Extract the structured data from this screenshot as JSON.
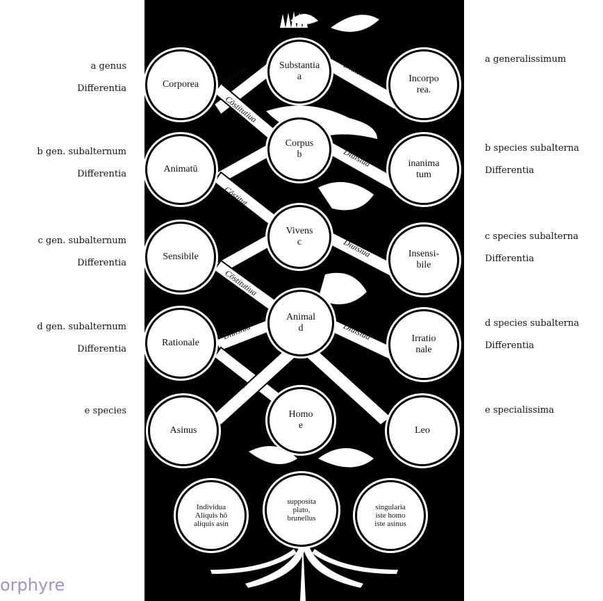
{
  "left_labels": [
    [
      "a genus",
      "Differentia"
    ],
    [
      "b gen. subalternum",
      "Differentia"
    ],
    [
      "c gen. subalternum",
      "Differentia"
    ],
    [
      "d gen. subalternum",
      "Differentia"
    ],
    [
      "e species"
    ]
  ],
  "right_labels": [
    [
      "a generalissimum"
    ],
    [
      "b species subalterna",
      "Differentia"
    ],
    [
      "c species subalterna",
      "Differentia"
    ],
    [
      "d species subalterna",
      "Differentia"
    ],
    [
      "e specialissima"
    ]
  ],
  "nodes": {
    "substantia": [
      "Substantia",
      "a"
    ],
    "corporea": [
      "Corporea"
    ],
    "incorporea": [
      "Incorpo",
      "rea."
    ],
    "corpus": [
      "Corpus",
      "b"
    ],
    "animatu": [
      "Animatū"
    ],
    "inanimatum": [
      "inanima",
      "tum"
    ],
    "vivens": [
      "Vivens",
      "c"
    ],
    "sensibile": [
      "Sensibile"
    ],
    "insensibile": [
      "Insensi-",
      "bile"
    ],
    "animal": [
      "Animal",
      "d"
    ],
    "rationale": [
      "Rationale"
    ],
    "irrationale": [
      "Irratio",
      "nale"
    ],
    "asinus": [
      "Asinus"
    ],
    "homo": [
      "Homo",
      "e"
    ],
    "leo": [
      "Leo"
    ],
    "individua": [
      "Individua",
      "Aliquis hō",
      "aliquis asin"
    ],
    "supposita": [
      "supposita",
      "plato,",
      "brunellus"
    ],
    "singularia": [
      "singularia",
      "iste homo",
      "iste asinus"
    ]
  },
  "bands": {
    "l1": "Diuisiua",
    "r1": "Diuisiua",
    "c1": "Cōstitutiua",
    "l2": "Diuisiua",
    "r2": "Diuisiua",
    "c2": "Cōstitut.",
    "l3": "Diuisiua",
    "r3": "Diuisiua",
    "c3": "Cōstitutiua",
    "l4": "Diuisiua",
    "r4": "Diuisiua",
    "c4": "Cōstitut"
  },
  "footer": "orphyre"
}
